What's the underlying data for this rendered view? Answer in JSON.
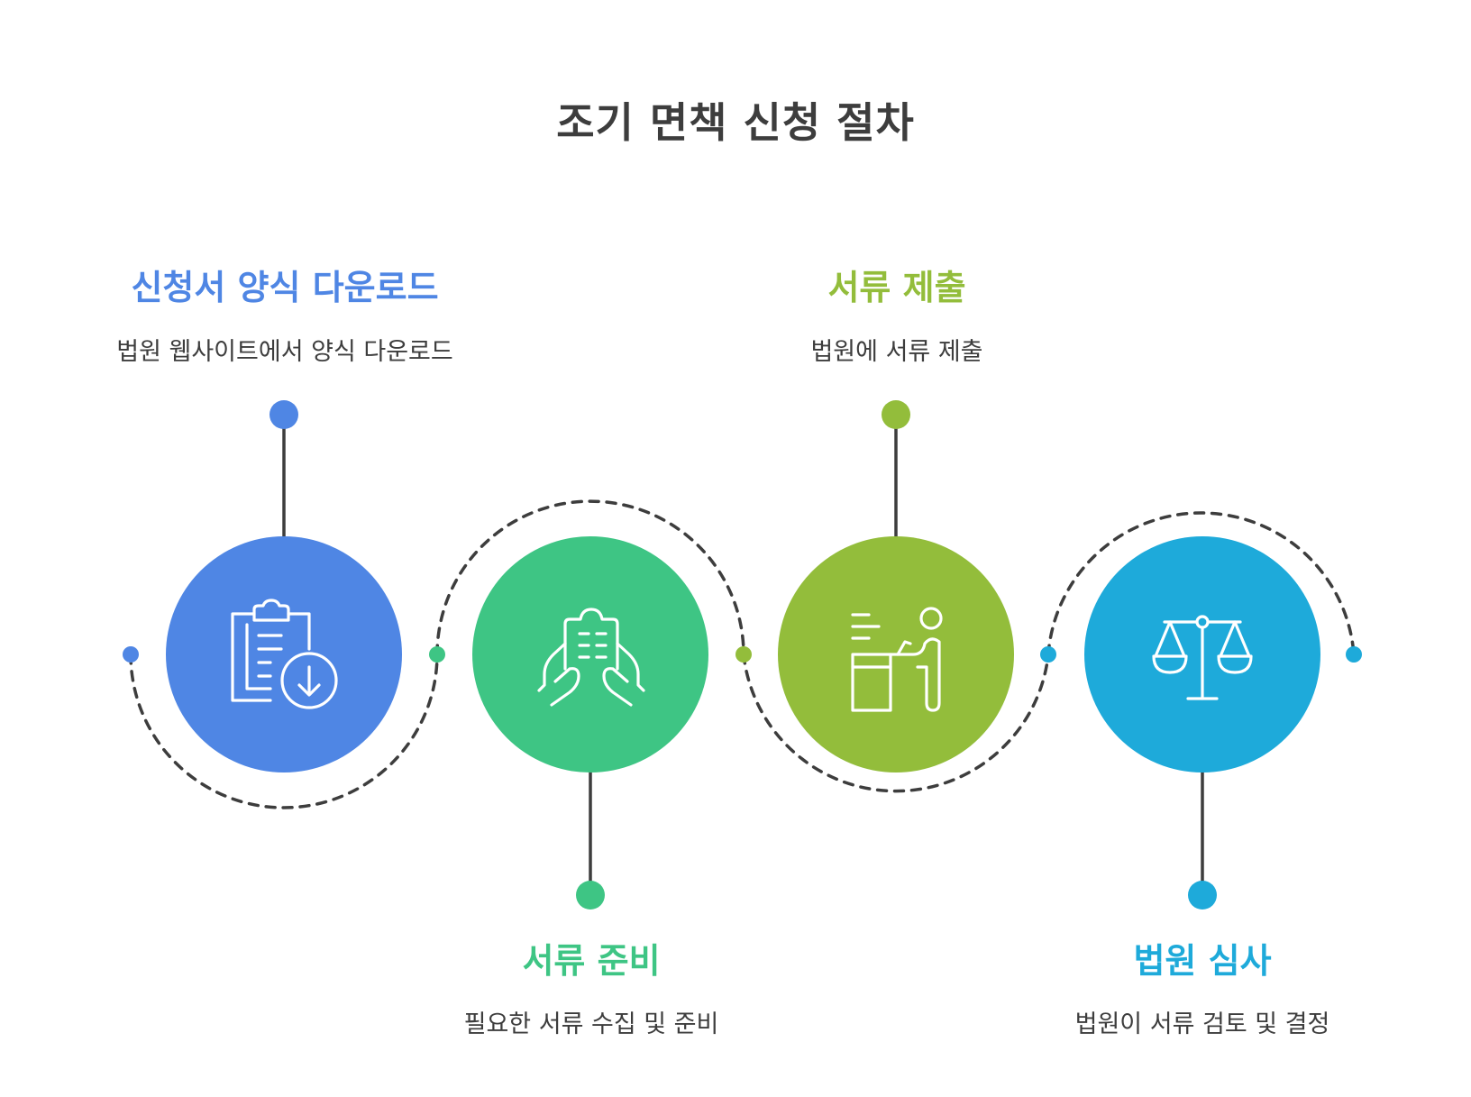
{
  "title": "조기 면책 신청 절차",
  "colors": {
    "text": "#3d3d3d",
    "connector": "#3d3d3d"
  },
  "steps": [
    {
      "title": "신청서 양식 다운로드",
      "description": "법원 웹사이트에서 양식 다운로드",
      "color": "#4f86e4",
      "icon": "clipboard-download-icon",
      "label_position": "top"
    },
    {
      "title": "서류 준비",
      "description": "필요한 서류 수집 및 준비",
      "color": "#3ec584",
      "icon": "hands-holding-document-icon",
      "label_position": "bottom"
    },
    {
      "title": "서류 제출",
      "description": "법원에 서류 제출",
      "color": "#93bd3b",
      "icon": "person-at-desk-icon",
      "label_position": "top"
    },
    {
      "title": "법원 심사",
      "description": "법원이 서류 검토 및 결정",
      "color": "#1eaada",
      "icon": "scales-of-justice-icon",
      "label_position": "bottom"
    }
  ]
}
